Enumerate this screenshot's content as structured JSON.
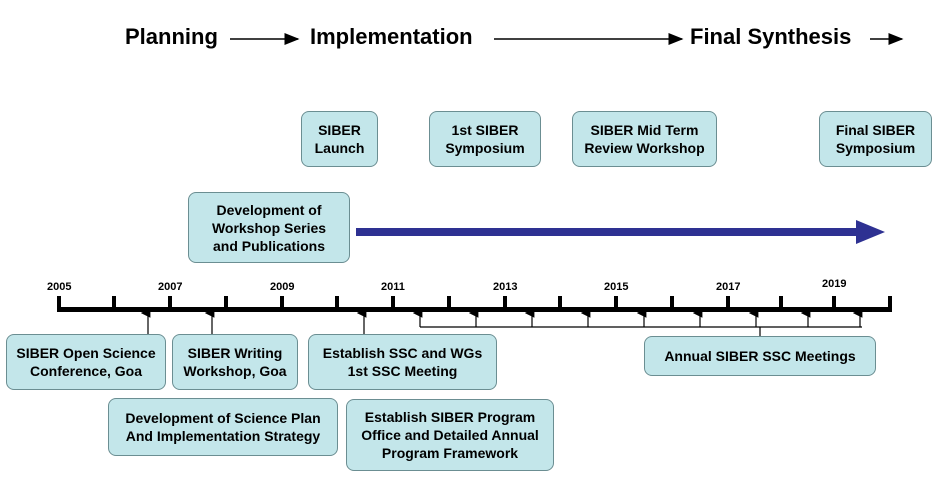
{
  "phases": {
    "planning": "Planning",
    "implementation": "Implementation",
    "final_synthesis": "Final Synthesis"
  },
  "top_events": {
    "launch": "SIBER\nLaunch",
    "symposium1": "1st SIBER\nSymposium",
    "midterm": "SIBER Mid Term\nReview Workshop",
    "final": "Final SIBER\nSymposium"
  },
  "development_box": "Development of\nWorkshop Series\nand Publications",
  "years": [
    "2005",
    "2007",
    "2009",
    "2011",
    "2013",
    "2015",
    "2017",
    "2019"
  ],
  "bottom_events": {
    "open_science": "SIBER Open Science\nConference, Goa",
    "writing_workshop": "SIBER Writing\nWorkshop, Goa",
    "ssc": "Establish SSC and WGs\n1st SSC Meeting",
    "science_plan": "Development of Science Plan\nAnd Implementation Strategy",
    "program_office": "Establish SIBER Program\nOffice and Detailed Annual\nProgram Framework",
    "annual": "Annual SIBER SSC Meetings"
  },
  "colors": {
    "box_fill": "#c3e6ea",
    "box_border": "#6b8e92",
    "arrow_blue": "#2e3192",
    "line": "#000000"
  }
}
